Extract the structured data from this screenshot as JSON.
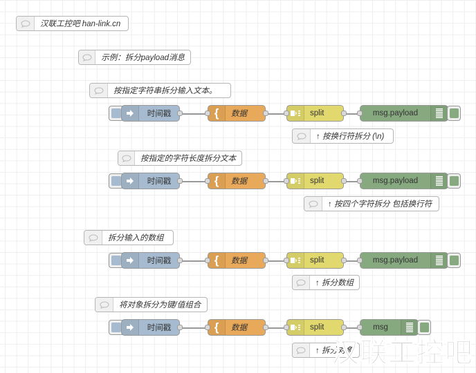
{
  "colors": {
    "inject": "#a6bbcf",
    "template": "#e9a95a",
    "split": "#e2d96e",
    "debug": "#87a980"
  },
  "comments": [
    {
      "text": "汉联工控吧 han-link.cn"
    },
    {
      "text": "示例：拆分payload消息"
    },
    {
      "text": "按指定字符串拆分输入文本。"
    },
    {
      "text": "↑ 按换行符拆分 (\\n)"
    },
    {
      "text": "按指定的字符长度拆分文本"
    },
    {
      "text": "↑ 按四个字符拆分 包括换行符"
    },
    {
      "text": "拆分输入的数组"
    },
    {
      "text": "↑ 拆分数组"
    },
    {
      "text": "将对象拆分为键/值组合"
    },
    {
      "text": "↑ 拆分对象"
    }
  ],
  "flows": [
    {
      "inject": "时间戳",
      "template": "数据",
      "split": "split",
      "debug": "msg.payload"
    },
    {
      "inject": "时间戳",
      "template": "数据",
      "split": "split",
      "debug": "msg.payload"
    },
    {
      "inject": "时间戳",
      "template": "数据",
      "split": "split",
      "debug": "msg.payload"
    },
    {
      "inject": "时间戳",
      "template": "数据",
      "split": "split",
      "debug": "msg"
    }
  ],
  "watermark": "汉联工控吧"
}
